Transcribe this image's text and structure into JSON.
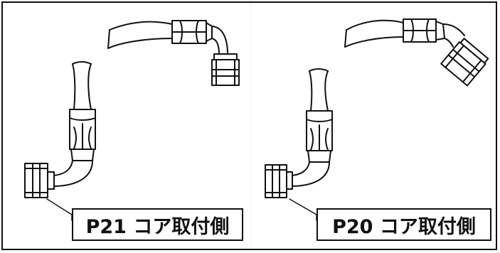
{
  "labels": {
    "p21": "P21 コア取付側",
    "p20": "P20 コア取付側"
  },
  "colors": {
    "line": "#111111",
    "fill": "#ffffff",
    "border": "#111111"
  },
  "icons": {
    "left_upper": "hose-end-fitting-90deg",
    "left_lower": "hose-end-fitting-90deg",
    "right_upper": "hose-end-fitting-45deg",
    "right_lower": "hose-end-fitting-90deg"
  }
}
